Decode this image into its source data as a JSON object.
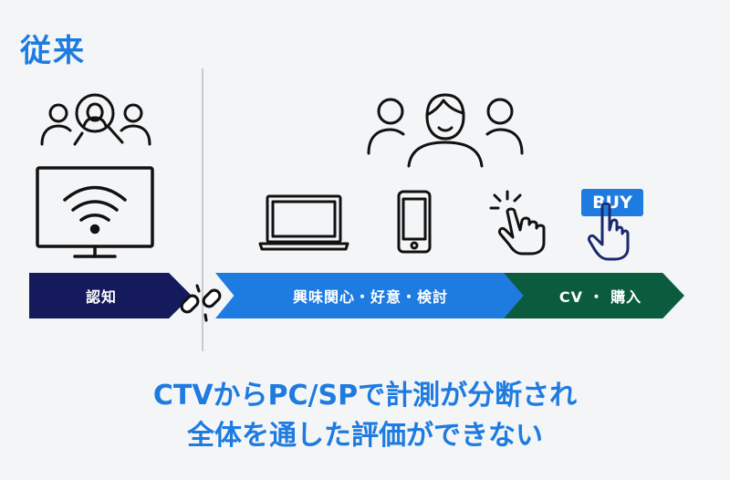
{
  "header": {
    "title": "従来"
  },
  "stages": [
    {
      "label": "認知",
      "color": "#141a5c"
    },
    {
      "label": "興味関心・好意・検討",
      "color": "#1e7be0"
    },
    {
      "label": "CV ・ 購入",
      "color": "#0b5c3e"
    }
  ],
  "buy_label": "BUY",
  "caption": {
    "line1": "CTVからPC/SPで計測が分断され",
    "line2": "全体を通した評価ができない"
  },
  "icons": [
    "audience-search-icon",
    "tv-wifi-icon",
    "broken-link-icon",
    "audience-group-icon",
    "laptop-icon",
    "smartphone-icon",
    "tap-hand-icon",
    "buy-hand-icon"
  ],
  "colors": {
    "accent": "#1e7be0",
    "navy": "#141a5c",
    "green": "#0b5c3e"
  }
}
